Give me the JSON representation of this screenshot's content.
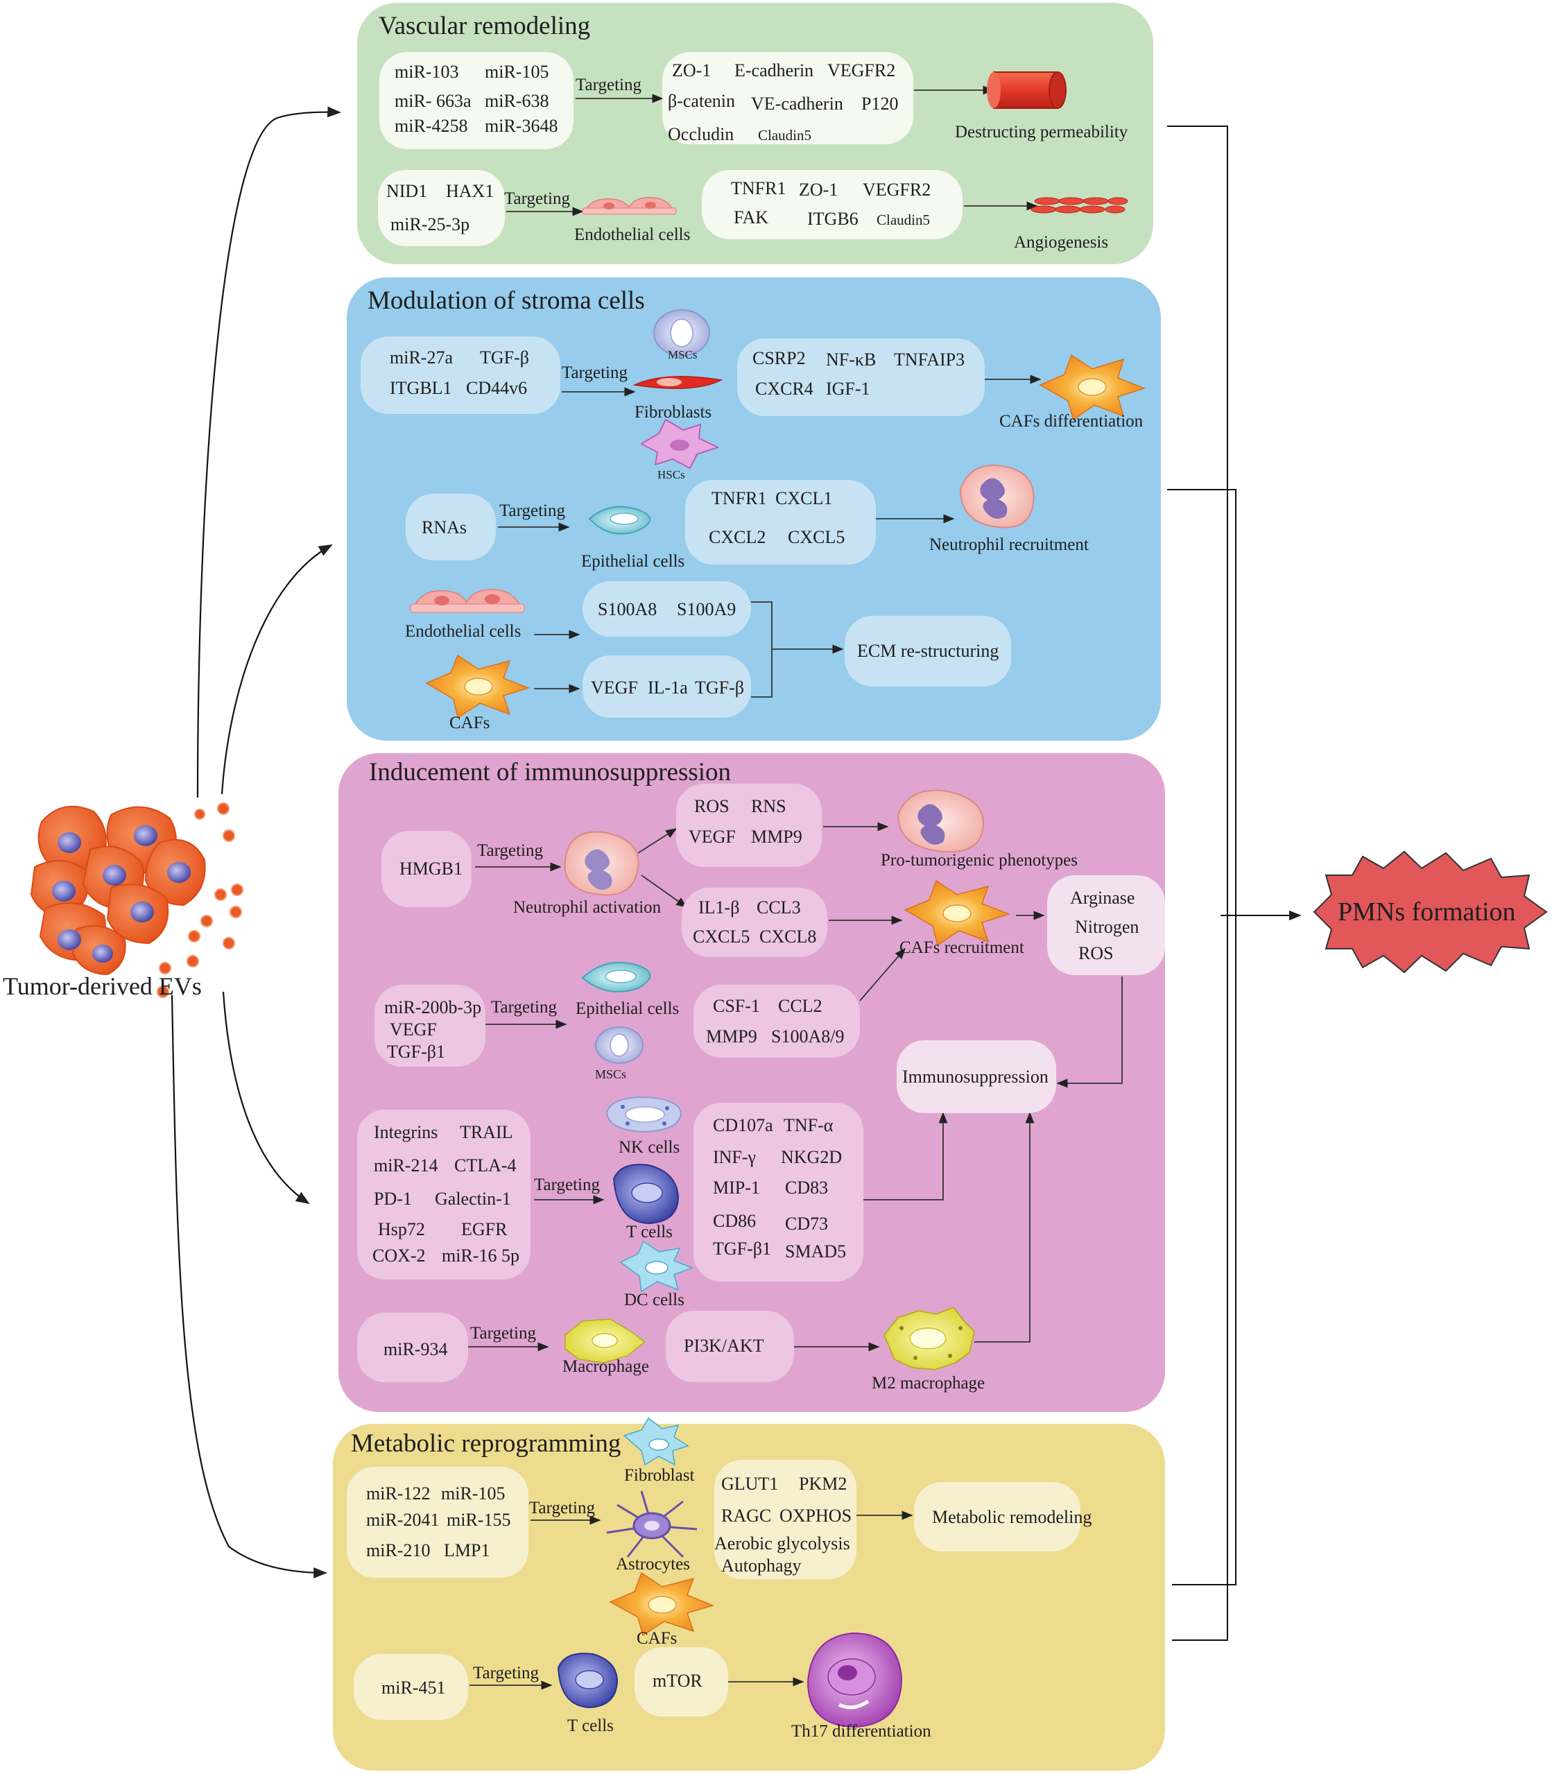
{
  "source": {
    "label": "Tumor-derived EVs"
  },
  "target": {
    "label": "PMNs formation"
  },
  "vascular": {
    "title": "Vascular remodeling",
    "src1": [
      "miR-103",
      "miR-105",
      "miR- 663a",
      "miR-638",
      "miR-4258",
      "miR-3648"
    ],
    "targeting": "Targeting",
    "tgt1": [
      "ZO-1",
      "E-cadherin",
      "VEGFR2",
      "β-catenin",
      "VE-cadherin",
      "P120",
      "Occludin",
      "Claudin5"
    ],
    "out1": "Destructing permeability",
    "src2": [
      "NID1",
      "HAX1",
      "miR-25-3p"
    ],
    "cell2": "Endothelial cells",
    "tgt2": [
      "TNFR1",
      "ZO-1",
      "VEGFR2",
      "FAK",
      "ITGB6",
      "Claudin5"
    ],
    "out2": "Angiogenesis"
  },
  "stroma": {
    "title": "Modulation of stroma cells",
    "src1": [
      "miR-27a",
      "TGF-β",
      "ITGBL1",
      "CD44v6"
    ],
    "targeting": "Targeting",
    "cells1": [
      "MSCs",
      "Fibroblasts",
      "HSCs"
    ],
    "tgt1": [
      "CSRP2",
      "NF-κB",
      "TNFAIP3",
      "CXCR4",
      "IGF-1"
    ],
    "out1": "CAFs differentiation",
    "src2": "RNAs",
    "cell2": "Epithelial cells",
    "tgt2": [
      "TNFR1",
      "CXCL1",
      "CXCL2",
      "CXCL5"
    ],
    "out2": "Neutrophil recruitment",
    "cell3": "Endothelial cells",
    "tgt3": [
      "S100A8",
      "S100A9"
    ],
    "cell4": "CAFs",
    "tgt4": [
      "VEGF",
      "IL-1a",
      "TGF-β"
    ],
    "out3": "ECM re-structuring"
  },
  "immuno": {
    "title": "Inducement of immunosuppression",
    "src1": "HMGB1",
    "targeting": "Targeting",
    "cell1": "Neutrophil activation",
    "tgtA": [
      "ROS",
      "RNS",
      "VEGF",
      "MMP9"
    ],
    "outA": "Pro-tumorigenic phenotypes",
    "tgtB": [
      "IL1-β",
      "CCL3",
      "CXCL5",
      "CXCL8"
    ],
    "cafs": "CAFs recruitment",
    "outB": [
      "Arginase",
      "Nitrogen",
      "ROS"
    ],
    "src2": [
      "miR-200b-3p",
      "VEGF",
      "TGF-β1"
    ],
    "cells2": [
      "Epithelial cells",
      "MSCs"
    ],
    "tgt2": [
      "CSF-1",
      "CCL2",
      "MMP9",
      "S100A8/9"
    ],
    "immunosuppression": "Immunosuppression",
    "src3": [
      "Integrins",
      "TRAIL",
      "miR-214",
      "CTLA-4",
      "PD-1",
      "Galectin-1",
      "Hsp72",
      "EGFR",
      "COX-2",
      "miR-16 5p"
    ],
    "cells3": [
      "NK cells",
      "T cells",
      "DC cells"
    ],
    "tgt3": [
      "CD107a",
      "TNF-α",
      "INF-γ",
      "NKG2D",
      "MIP-1",
      "CD83",
      "CD86",
      "CD73",
      "TGF-β1",
      "SMAD5"
    ],
    "src4": "miR-934",
    "cell4": "Macrophage",
    "tgt4": "PI3K/AKT",
    "out4": "M2 macrophage"
  },
  "metabolic": {
    "title": "Metabolic reprogramming",
    "src1": [
      "miR-122",
      "miR-105",
      "miR-2041",
      "miR-155",
      "miR-210",
      "LMP1"
    ],
    "targeting": "Targeting",
    "cells1": [
      "Fibroblast",
      "Astrocytes",
      "CAFs"
    ],
    "tgt1": [
      "GLUT1",
      "PKM2",
      "RAGC",
      "OXPHOS",
      "Aerobic glycolysis",
      "Autophagy"
    ],
    "out1": "Metabolic remodeling",
    "src2": "miR-451",
    "cell2": "T cells",
    "tgt2": "mTOR",
    "out2": "Th17 differentiation"
  },
  "colors": {
    "vascular_bg": "#c6e1bf",
    "stroma_bg": "#97ccec",
    "immuno_bg": "#dfa5d0",
    "metabolic_bg": "#eddc8e",
    "pmn_fill": "#e1575a",
    "tumor_cell": "#ec5a22",
    "nucleus": "#5a5cb0"
  }
}
